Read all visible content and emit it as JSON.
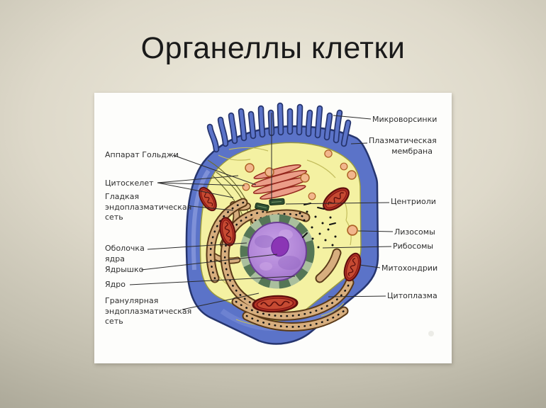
{
  "slide": {
    "title": "Органеллы клетки"
  },
  "diagram": {
    "type": "labeled-cell-diagram",
    "subject": "animal cell organelles",
    "labels_left": [
      {
        "id": "golgi-apparatus",
        "text": "Аппарат Гольджи"
      },
      {
        "id": "cytoskeleton",
        "text": "Цитоскелет"
      },
      {
        "id": "smooth-endoplasmic-reticulum",
        "text": "Гладкая эндоплазматическая сеть"
      },
      {
        "id": "nuclear-envelope",
        "text": "Оболочка ядра"
      },
      {
        "id": "nucleolus",
        "text": "Ядрышко"
      },
      {
        "id": "nucleus",
        "text": "Ядро"
      },
      {
        "id": "rough-endoplasmic-reticulum",
        "text": "Гранулярная эндоплазматическая сеть"
      }
    ],
    "labels_right": [
      {
        "id": "microvilli",
        "text": "Микроворсинки"
      },
      {
        "id": "plasma-membrane",
        "text": "Плазматическая мембрана"
      },
      {
        "id": "centrioles",
        "text": "Центриоли"
      },
      {
        "id": "lysosomes",
        "text": "Лизосомы"
      },
      {
        "id": "ribosomes",
        "text": "Рибосомы"
      },
      {
        "id": "mitochondria",
        "text": "Митохондрии"
      },
      {
        "id": "cytoplasm",
        "text": "Цитоплазма"
      }
    ],
    "colors": {
      "slide_background_center": "#eeebdd",
      "slide_background_edge": "#9a9787",
      "figure_background": "#fdfdfb",
      "membrane_blue": "#5b73c8",
      "membrane_outline": "#26356e",
      "cytoplasm_yellow": "#f4f1a2",
      "nucleus_purple": "#b287d8",
      "nucleolus_purple": "#8b35b5",
      "nuclear_envelope_green": "#aabf9d",
      "er_tan": "#d7ae7e",
      "mitochondria_red": "#b23226",
      "golgi_pink": "#eb9d88",
      "lysosome_orange": "#f2b68c",
      "leader_line": "#2b2b2b",
      "title_text": "#1a1a1a"
    }
  }
}
